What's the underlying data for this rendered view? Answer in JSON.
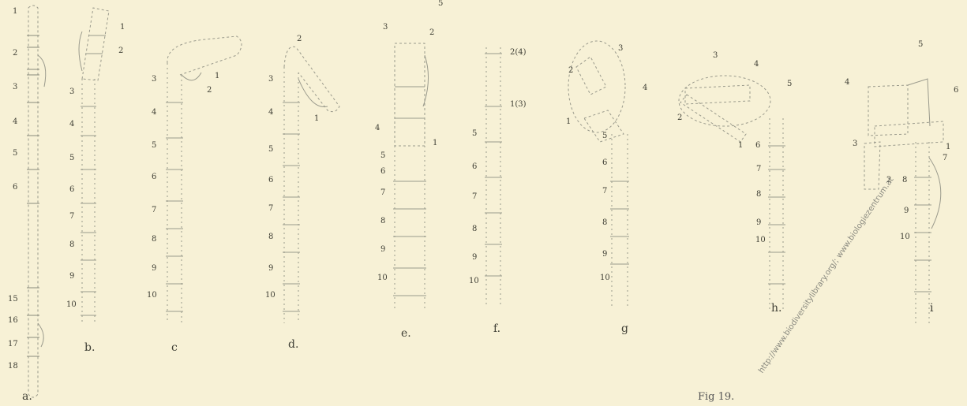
{
  "plate": {
    "top_mark": "5",
    "caption": "Fig 19.",
    "watermark": "http://www.biodiversitylibrary.org/; www.biologiezentrum.at"
  },
  "panels": [
    {
      "letter": "a.",
      "labels": [
        "1",
        "2",
        "3",
        "4",
        "5",
        "6",
        "15",
        "16",
        "17",
        "18"
      ]
    },
    {
      "letter": "b.",
      "labels": [
        "1",
        "2",
        "3",
        "4",
        "5",
        "6",
        "7",
        "8",
        "9",
        "10"
      ]
    },
    {
      "letter": "c",
      "labels": [
        "1",
        "2",
        "3",
        "4",
        "5",
        "6",
        "7",
        "8",
        "9",
        "10"
      ]
    },
    {
      "letter": "d.",
      "labels": [
        "1",
        "2",
        "3",
        "4",
        "5",
        "6",
        "7",
        "8",
        "9",
        "10"
      ]
    },
    {
      "letter": "e.",
      "labels": [
        "1",
        "2",
        "3",
        "4",
        "5",
        "6",
        "7",
        "8",
        "9",
        "10"
      ]
    },
    {
      "letter": "f.",
      "labels": [
        "2(4)",
        "1(3)",
        "5",
        "6",
        "7",
        "8",
        "9",
        "10"
      ]
    },
    {
      "letter": "g",
      "labels": [
        "1",
        "2",
        "3",
        "4",
        "5",
        "6",
        "7",
        "8",
        "9",
        "10"
      ]
    },
    {
      "letter": "h.",
      "labels": [
        "1",
        "2",
        "3",
        "4",
        "5",
        "6",
        "7",
        "8",
        "9",
        "10"
      ]
    },
    {
      "letter": "i",
      "labels": [
        "1",
        "2",
        "3",
        "4",
        "5",
        "6",
        "7",
        "8",
        "9",
        "10"
      ]
    }
  ]
}
